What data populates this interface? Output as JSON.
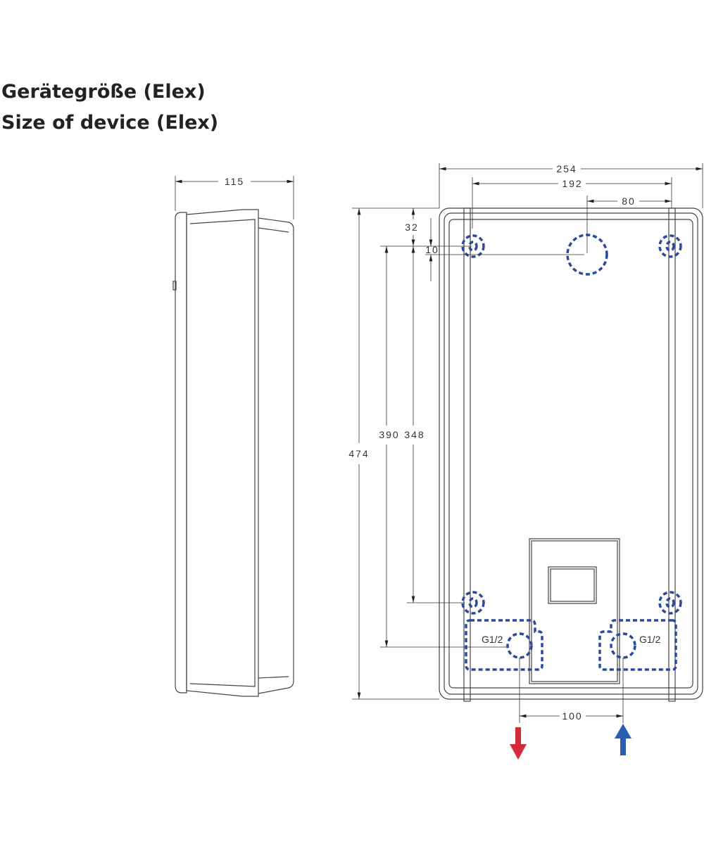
{
  "title": {
    "de": "Gerätegröße (Elex)",
    "en": "Size of device (Elex)"
  },
  "side_view": {
    "depth_label": "115"
  },
  "front_view": {
    "width_label": "254",
    "rail_spacing_label": "192",
    "center_offset_label": "80",
    "height_label": "474",
    "pipe_height_label": "390",
    "mount_spacing_label": "348",
    "top_offset_label": "32",
    "hole_offset_label": "10",
    "pipe_spacing_label": "100",
    "left_connection_label": "G1/2",
    "right_connection_label": "G1/2"
  },
  "colors": {
    "outlet_arrow": "#d42a3a",
    "inlet_arrow": "#2a5db0",
    "hidden_lines": "#2b4a9a"
  }
}
